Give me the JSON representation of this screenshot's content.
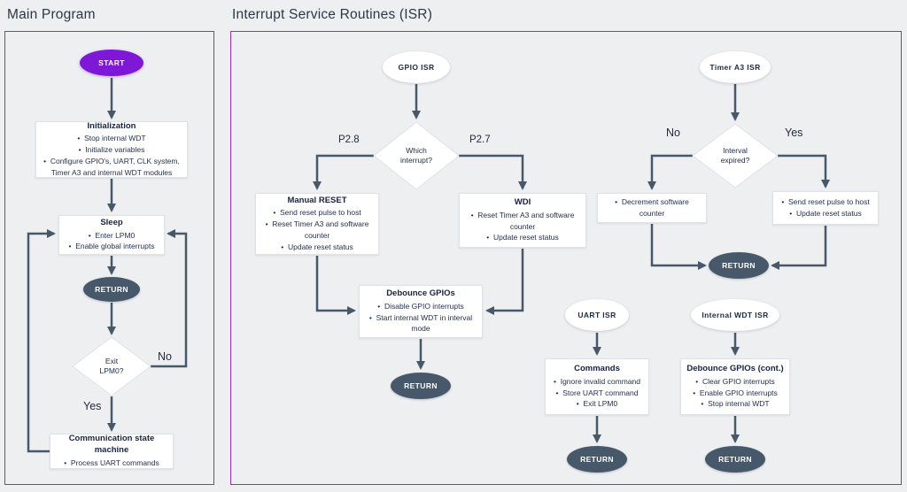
{
  "colors": {
    "background": "#edeff1",
    "panel_border": "#a22bbd",
    "arrow": "#46586a",
    "start_fill": "#7e17d6",
    "return_fill": "#46586a",
    "box_fill": "#ffffff",
    "text": "#1d2a45"
  },
  "panels": {
    "main": {
      "title": "Main Program"
    },
    "isr": {
      "title": "Interrupt Service Routines (ISR)"
    }
  },
  "main": {
    "start": "START",
    "init": {
      "title": "Initialization",
      "bullets": [
        "Stop internal WDT",
        "Initialize variables",
        "Configure GPIO's, UART, CLK system, Timer A3 and internal WDT modules"
      ]
    },
    "sleep": {
      "title": "Sleep",
      "bullets": [
        "Enter LPM0",
        "Enable global interrupts"
      ]
    },
    "return1": "RETURN",
    "exit_diamond": "Exit LPM0?",
    "label_no": "No",
    "label_yes": "Yes",
    "comm": {
      "title": "Communication state machine",
      "bullets": [
        "Process UART commands"
      ]
    }
  },
  "isr": {
    "gpio": {
      "oval": "GPIO ISR",
      "diamond": "Which interrupt?",
      "label_left": "P2.8",
      "label_right": "P2.7",
      "manual_reset": {
        "title": "Manual RESET",
        "bullets": [
          "Send reset pulse to host",
          "Reset Timer A3 and software counter",
          "Update reset status"
        ]
      },
      "wdi": {
        "title": "WDI",
        "bullets": [
          "Reset Timer A3 and software counter",
          "Update reset status"
        ]
      },
      "debounce": {
        "title": "Debounce GPIOs",
        "bullets": [
          "Disable GPIO interrupts",
          "Start internal WDT in interval mode"
        ]
      },
      "return": "RETURN"
    },
    "timer": {
      "oval": "Timer A3 ISR",
      "diamond": "Interval expired?",
      "label_left": "No",
      "label_right": "Yes",
      "decrement": {
        "bullets": [
          "Decrement software counter"
        ]
      },
      "send_reset": {
        "bullets": [
          "Send reset pulse to host",
          "Update reset status"
        ]
      },
      "return": "RETURN"
    },
    "uart": {
      "oval": "UART ISR",
      "commands": {
        "title": "Commands",
        "bullets": [
          "Ignore invalid command",
          "Store UART command",
          "Exit LPM0"
        ]
      },
      "return": "RETURN"
    },
    "wdt": {
      "oval": "Internal WDT ISR",
      "debounce_cont": {
        "title": "Debounce GPIOs (cont.)",
        "bullets": [
          "Clear GPIO interrupts",
          "Enable GPIO interrupts",
          "Stop internal WDT"
        ]
      },
      "return": "RETURN"
    }
  }
}
